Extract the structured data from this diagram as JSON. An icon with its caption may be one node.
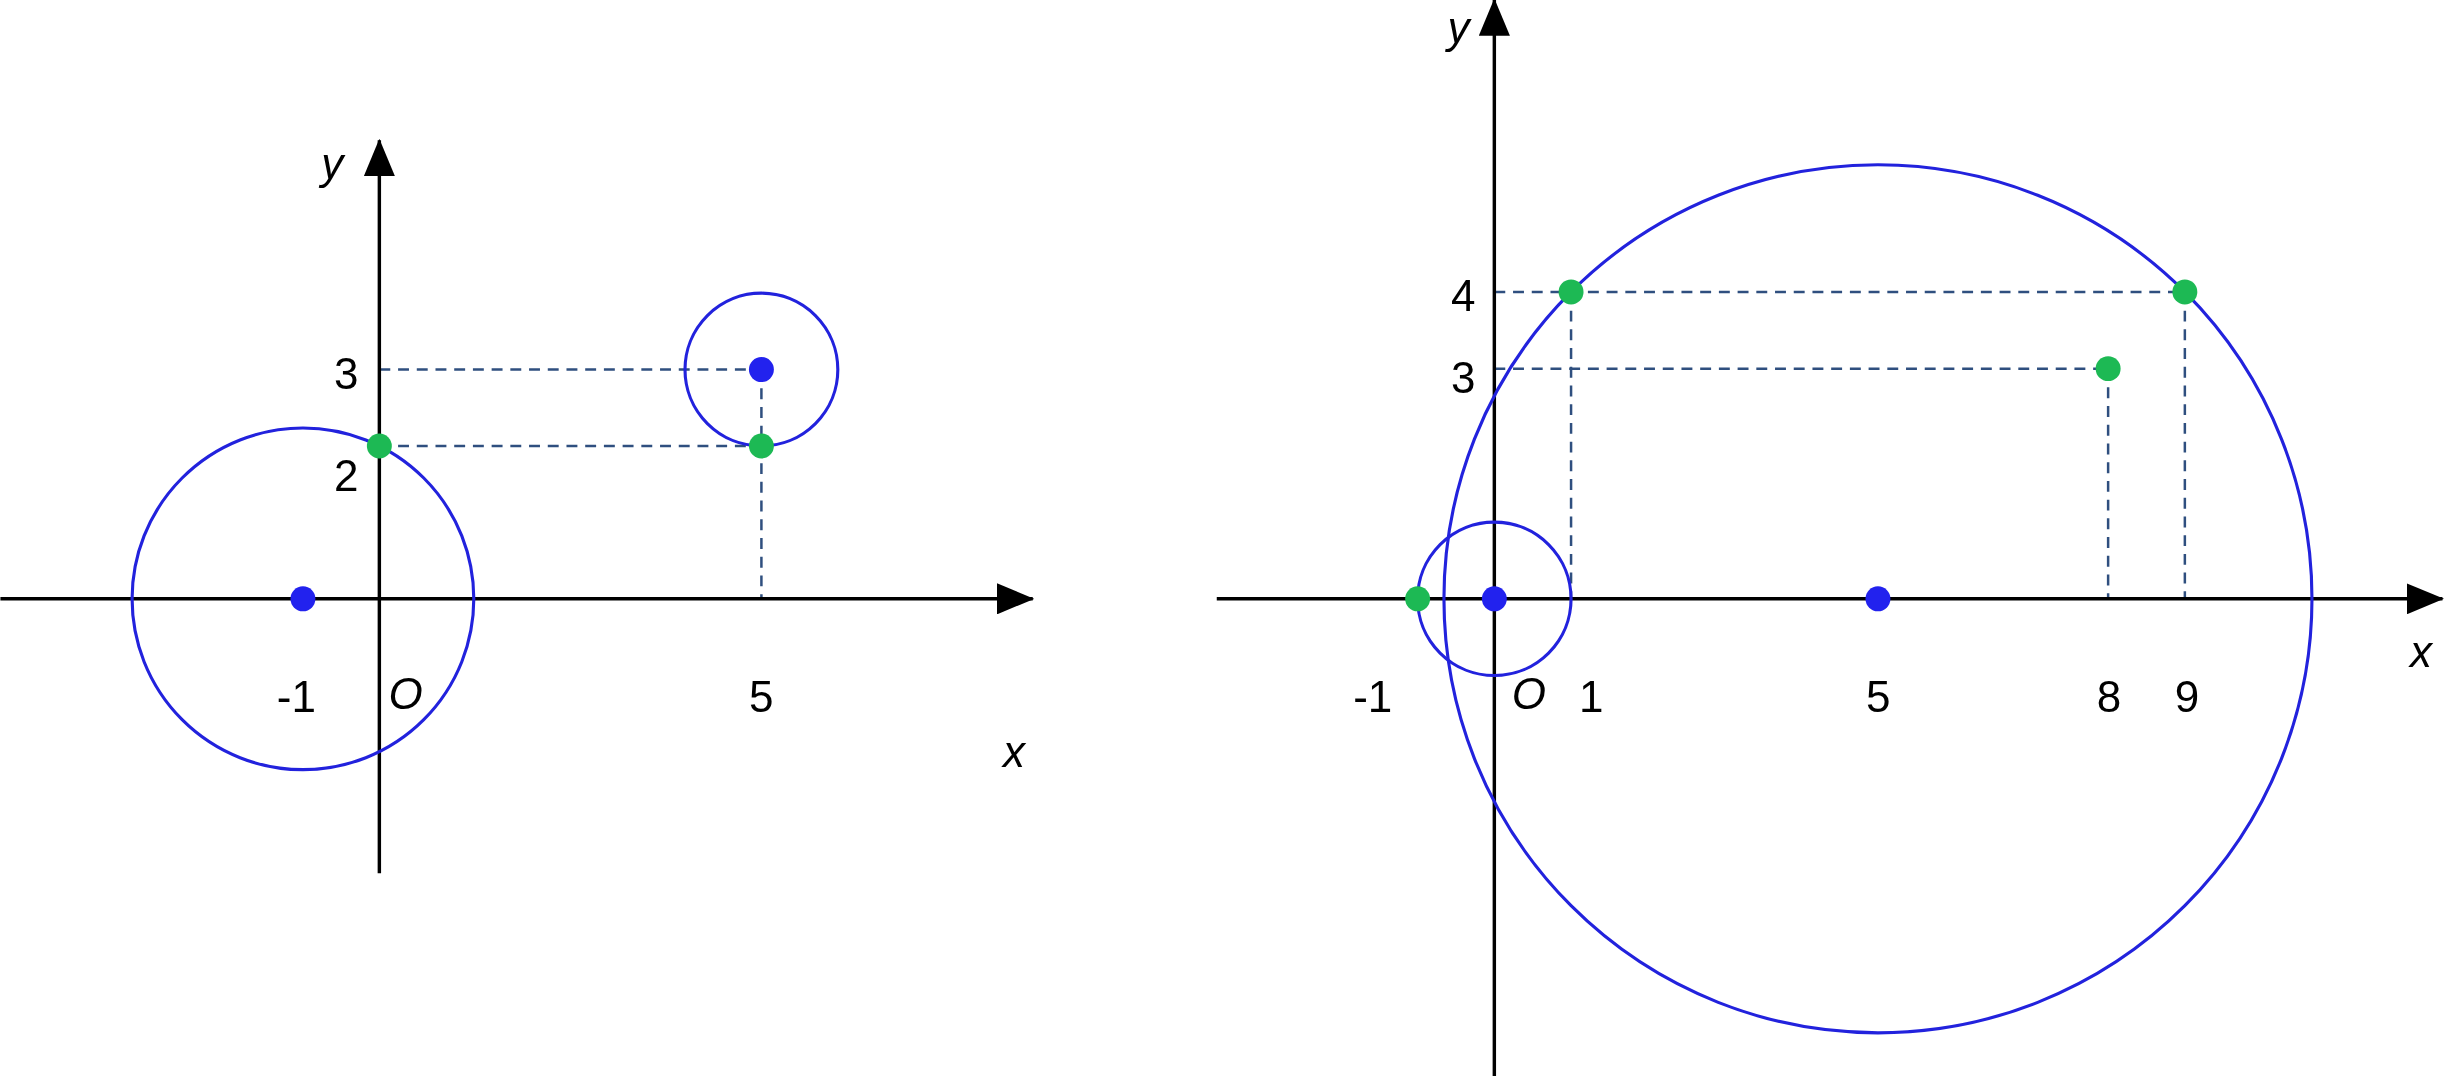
{
  "diagram": {
    "labels": [
      "y",
      "3",
      "2",
      "-1",
      "O",
      "5",
      "x",
      "y",
      "4",
      "3",
      "-1",
      "O",
      "1",
      "5",
      "8",
      "9",
      "x"
    ]
  }
}
